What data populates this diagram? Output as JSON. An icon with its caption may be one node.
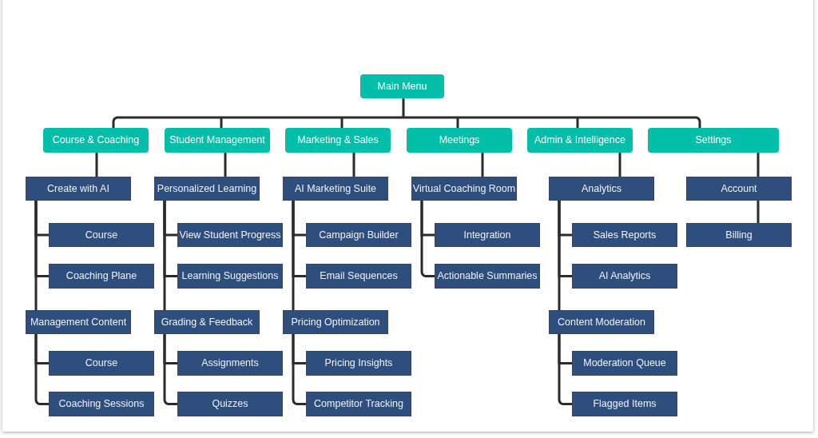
{
  "diagram": {
    "nodes": [
      {
        "text": [
          "Main Menu"
        ]
      },
      {
        "text": [
          "Course & Coaching"
        ]
      },
      {
        "text": [
          "Student Management"
        ]
      },
      {
        "text": [
          "Marketing & Sales"
        ]
      },
      {
        "text": [
          "Meetings"
        ]
      },
      {
        "text": [
          "Admin & Intelligence"
        ]
      },
      {
        "text": [
          "Settings"
        ]
      },
      {
        "text": [
          "Create with AI"
        ]
      },
      {
        "text": [
          "Personalized Learning"
        ]
      },
      {
        "text": [
          "AI Marketing Suite"
        ]
      },
      {
        "text": [
          "Virtual Coaching Room"
        ]
      },
      {
        "text": [
          "Analytics"
        ]
      },
      {
        "text": [
          "Account"
        ]
      },
      {
        "text": [
          "Course"
        ]
      },
      {
        "text": [
          "View Student Progress"
        ]
      },
      {
        "text": [
          "Campaign Builder"
        ]
      },
      {
        "text": [
          "Integration"
        ]
      },
      {
        "text": [
          "Sales Reports"
        ]
      },
      {
        "text": [
          "Billing"
        ]
      },
      {
        "text": [
          "Coaching Plane"
        ]
      },
      {
        "text": [
          "Learning Suggestions"
        ]
      },
      {
        "text": [
          "Email Sequences"
        ]
      },
      {
        "text": [
          "Actionable Summaries"
        ]
      },
      {
        "text": [
          "AI Analytics"
        ]
      },
      {
        "text": [
          "Management Content"
        ]
      },
      {
        "text": [
          "Grading & Feedback"
        ]
      },
      {
        "text": [
          "Pricing Optimization"
        ]
      },
      {
        "text": [
          "Content Moderation"
        ]
      },
      {
        "text": [
          "Course"
        ]
      },
      {
        "text": [
          "Assignments"
        ]
      },
      {
        "text": [
          "Pricing Insights"
        ]
      },
      {
        "text": [
          "Moderation Queue"
        ]
      },
      {
        "text": [
          "Coaching Sessions"
        ]
      },
      {
        "text": [
          "Quizzes"
        ]
      },
      {
        "text": [
          "Competitor Tracking"
        ]
      },
      {
        "text": [
          "Flagged Items"
        ]
      }
    ],
    "edges": [
      {
        "from": 0,
        "to": 1,
        "arrow": "none"
      },
      {
        "from": 0,
        "to": 2,
        "arrow": "none"
      },
      {
        "from": 0,
        "to": 3,
        "arrow": "none"
      },
      {
        "from": 0,
        "to": 4,
        "arrow": "none"
      },
      {
        "from": 0,
        "to": 5,
        "arrow": "none"
      },
      {
        "from": 0,
        "to": 6,
        "arrow": "none"
      },
      {
        "from": 1,
        "to": 7,
        "arrow": "none"
      },
      {
        "from": 2,
        "to": 8,
        "arrow": "none"
      },
      {
        "from": 3,
        "to": 9,
        "arrow": "none"
      },
      {
        "from": 4,
        "to": 10,
        "arrow": "none"
      },
      {
        "from": 5,
        "to": 11,
        "arrow": "none"
      },
      {
        "from": 6,
        "to": 12,
        "arrow": "none"
      },
      {
        "from": 7,
        "to": 13,
        "arrow": "none"
      },
      {
        "from": 7,
        "to": 19,
        "arrow": "none"
      },
      {
        "from": 7,
        "to": 24,
        "arrow": "none"
      },
      {
        "from": 8,
        "to": 14,
        "arrow": "none"
      },
      {
        "from": 8,
        "to": 20,
        "arrow": "none"
      },
      {
        "from": 8,
        "to": 25,
        "arrow": "none"
      },
      {
        "from": 9,
        "to": 15,
        "arrow": "none"
      },
      {
        "from": 9,
        "to": 21,
        "arrow": "none"
      },
      {
        "from": 9,
        "to": 26,
        "arrow": "none"
      },
      {
        "from": 10,
        "to": 16,
        "arrow": "none"
      },
      {
        "from": 10,
        "to": 22,
        "arrow": "none"
      },
      {
        "from": 11,
        "to": 17,
        "arrow": "none"
      },
      {
        "from": 11,
        "to": 23,
        "arrow": "none"
      },
      {
        "from": 11,
        "to": 27,
        "arrow": "none"
      },
      {
        "from": 12,
        "to": 18,
        "arrow": "none"
      },
      {
        "from": 24,
        "to": 28,
        "arrow": "none"
      },
      {
        "from": 24,
        "to": 32,
        "arrow": "none"
      },
      {
        "from": 25,
        "to": 29,
        "arrow": "none"
      },
      {
        "from": 25,
        "to": 33,
        "arrow": "none"
      },
      {
        "from": 26,
        "to": 30,
        "arrow": "none"
      },
      {
        "from": 26,
        "to": 34,
        "arrow": "none"
      },
      {
        "from": 27,
        "to": 31,
        "arrow": "none"
      },
      {
        "from": 27,
        "to": 35,
        "arrow": "none"
      }
    ]
  }
}
